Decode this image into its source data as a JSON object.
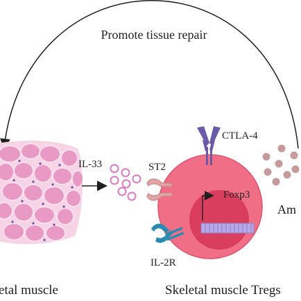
{
  "labels": {
    "top_arc": "Promote tissue repair",
    "il33": "IL-33",
    "st2": "ST2",
    "ctla4": "CTLA-4",
    "foxp3": "Foxp3",
    "amphiregulin_partial": "Am",
    "il2r": "IL-2R",
    "left_caption_partial": "etal muscle",
    "right_caption_partial": "Skeletal muscle Tregs"
  },
  "colors": {
    "muscle_fiber": "#e89ac4",
    "muscle_bg": "#f7d3e6",
    "nucleus_dot": "#6a4f9a",
    "treg_cell": "#f16f86",
    "treg_nucleus": "#d93e5e",
    "il33_circle": "#d87bbf",
    "receptor": "#e0a4a4",
    "ctla4": "#6a5aa8",
    "il2r": "#2a8ab0",
    "amphiregulin": "#c49a9a",
    "dna": "#8a7fc9"
  },
  "icons": {
    "ctla4_icon": "antibody-y-shape",
    "st2_icon": "receptor-fork",
    "il2r_icon": "receptor-clip",
    "foxp3_arrow": "promoter-arrow"
  }
}
